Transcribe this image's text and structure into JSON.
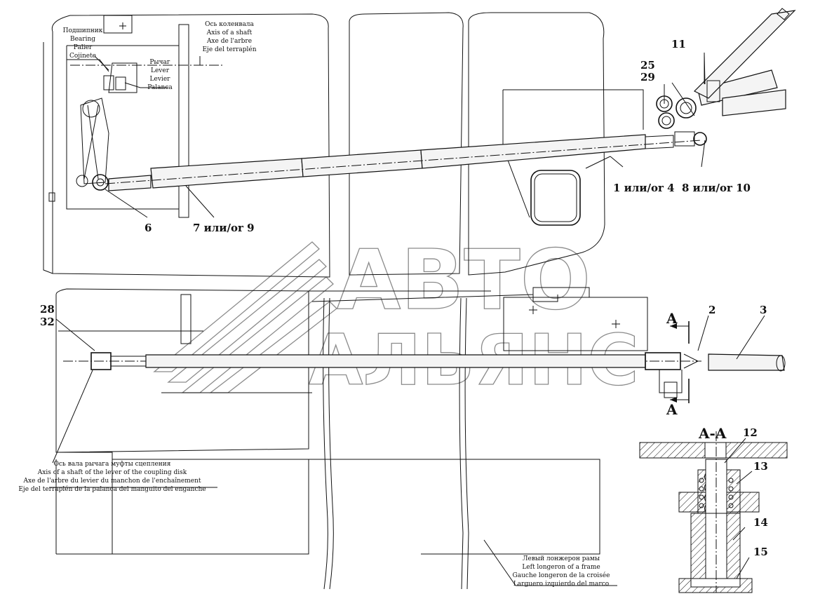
{
  "labels": {
    "bearing": [
      "Подшипник",
      "Bearing",
      "Palier",
      "Cojinete"
    ],
    "crankshaft": [
      "Ось коленвала",
      "Axis of a shaft",
      "Axe de l'arbre",
      "Eje del terraplén"
    ],
    "lever": [
      "Рычаг",
      "Lever",
      "Levier",
      "Palanca"
    ],
    "clutch_axis": [
      "Ось вала рычага муфты сцепления",
      "Axis of a shaft of the lever of the coupling disk",
      "Axe de l'arbre du levier du manchon de l'enchaînement",
      "Eje del terraplén de la palanca del manguito del enganche"
    ],
    "longeron": [
      "Левый лонжерон рамы",
      "Left longeron of a frame",
      "Gauche longeron de la croisée",
      "Larguero izquierdo del marco"
    ]
  },
  "callouts": {
    "n11": "11",
    "n25": "25",
    "n29": "29",
    "n1_4": "1 или/or 4",
    "n8_10": "8 или/or 10",
    "n6": "6",
    "n7_9": "7 или/or 9",
    "n28": "28",
    "n32": "32",
    "n2": "2",
    "n3": "3",
    "sec_a_top": "A",
    "sec_a_bottom": "A",
    "n12": "12",
    "n13": "13",
    "n14": "14",
    "n15": "15"
  },
  "section_title": "A-A",
  "watermark": {
    "line1": "АВТО",
    "line2": "АЛЬЯНС"
  }
}
